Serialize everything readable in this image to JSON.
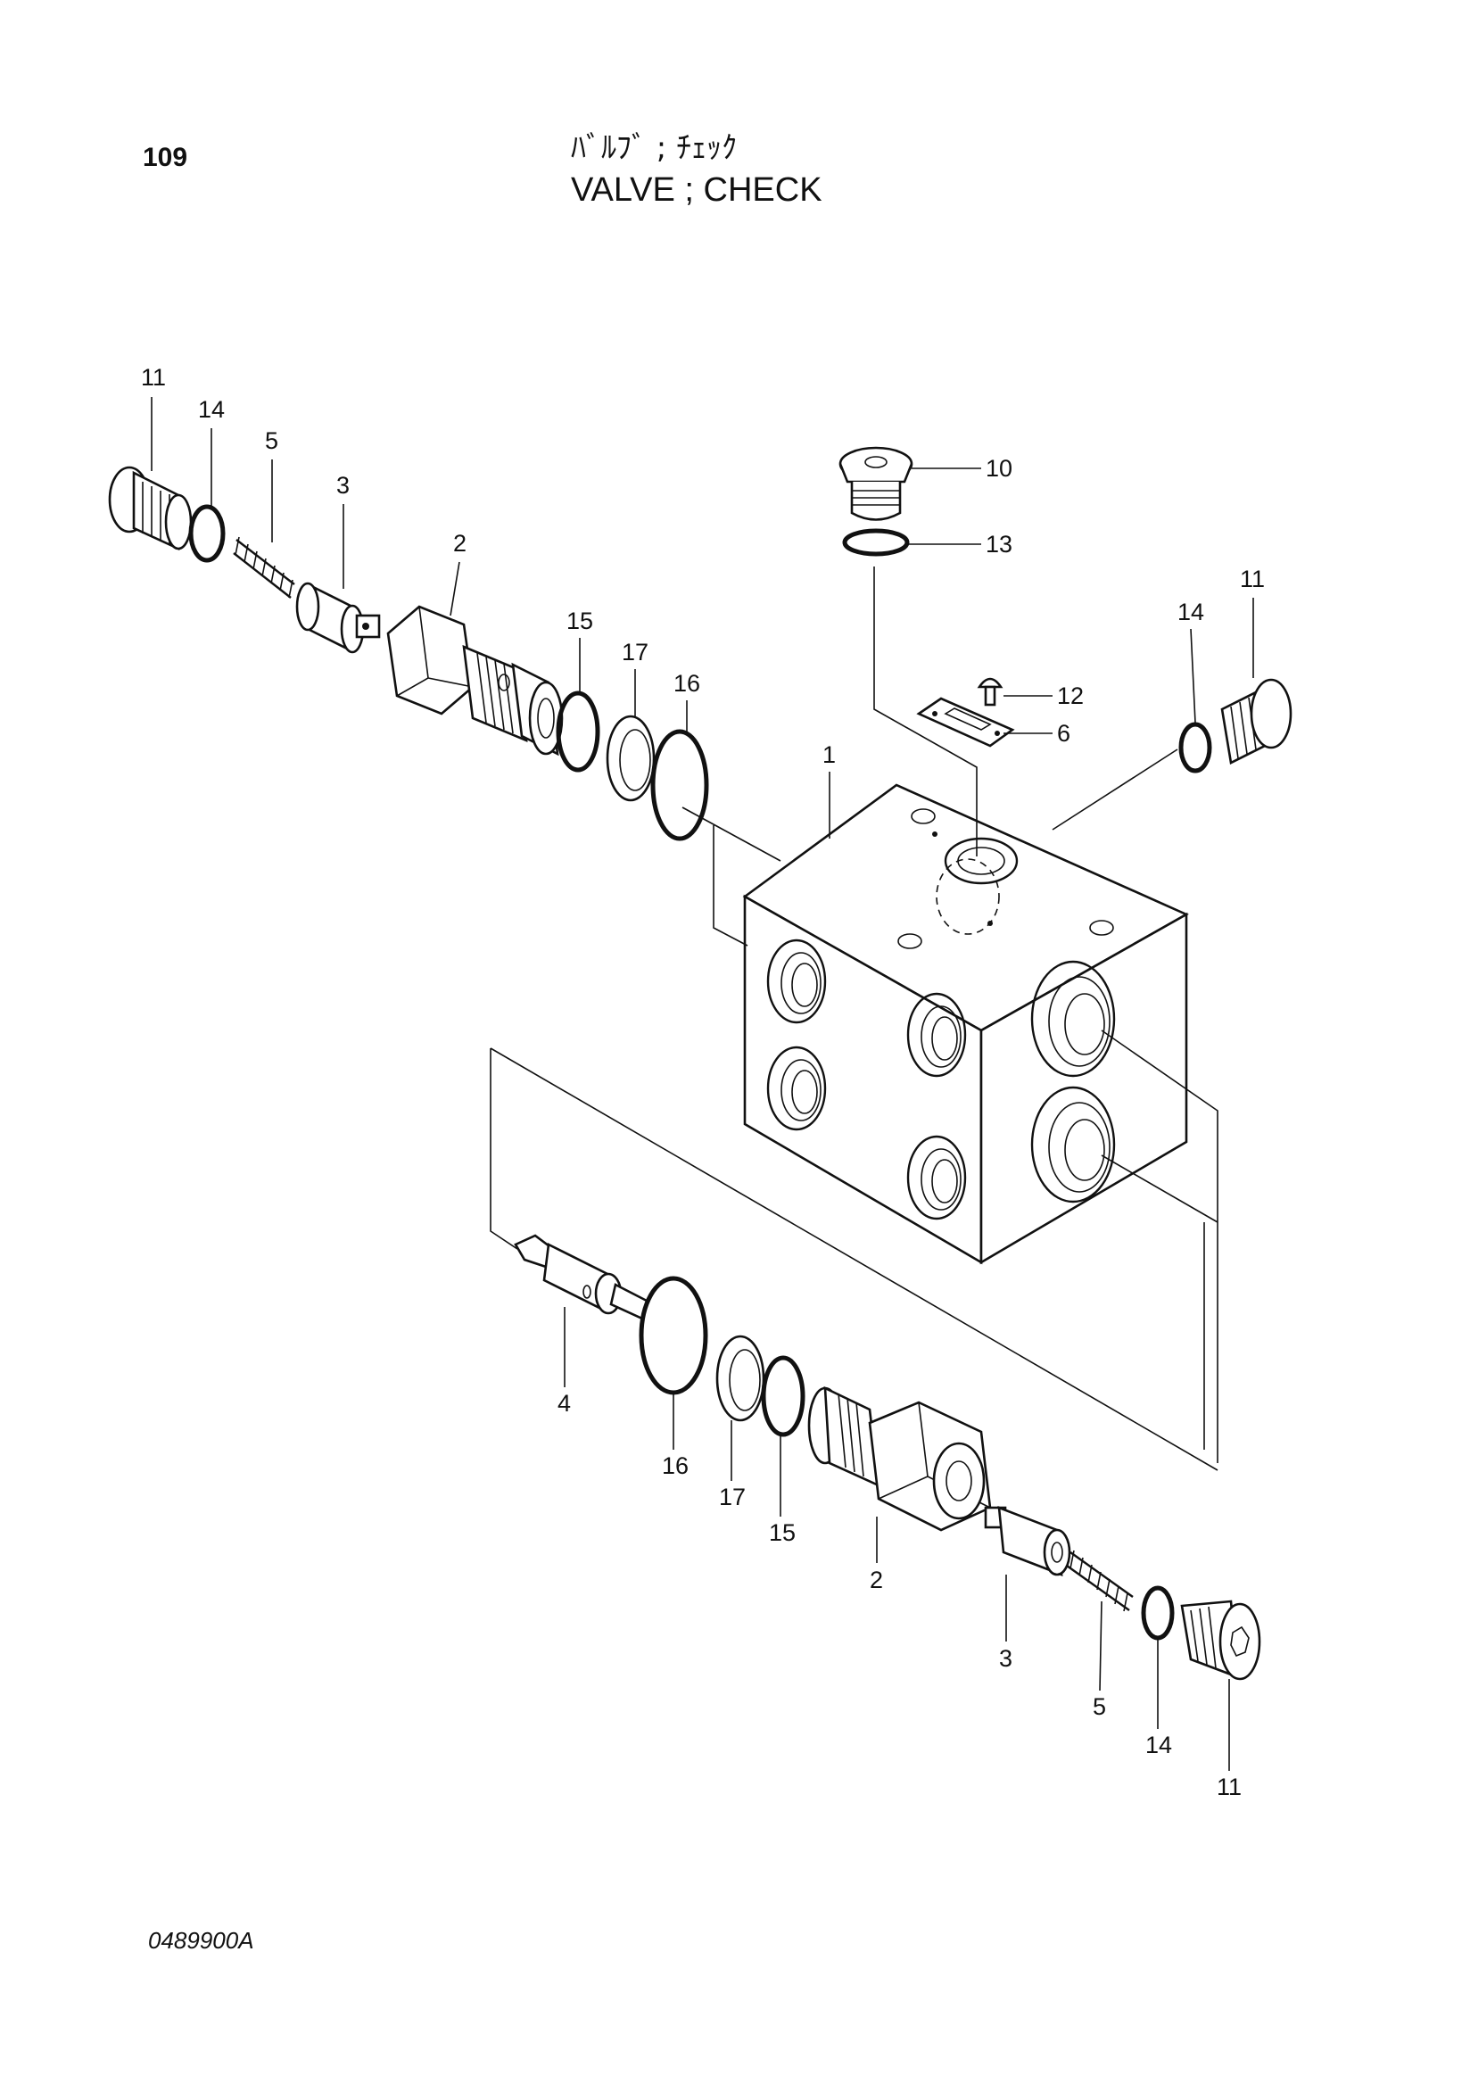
{
  "header": {
    "page_number": "109",
    "title_jp": "ﾊﾞﾙﾌﾞ ; ﾁｪｯｸ",
    "title_en": "VALVE ; CHECK"
  },
  "footer": {
    "doc_code": "0489900A"
  },
  "callouts": {
    "c1": "1",
    "c2_upper": "2",
    "c3_upper": "3",
    "c5_upper": "5",
    "c6": "6",
    "c10": "10",
    "c11_upper_left": "11",
    "c11_upper_right": "11",
    "c12": "12",
    "c13": "13",
    "c14_upper_left": "14",
    "c14_upper_right": "14",
    "c15_upper": "15",
    "c16_upper": "16",
    "c17_upper": "17",
    "c2_lower": "2",
    "c3_lower": "3",
    "c4": "4",
    "c5_lower": "5",
    "c11_lower": "11",
    "c14_lower": "14",
    "c15_lower": "15",
    "c16_lower": "16",
    "c17_lower": "17"
  }
}
